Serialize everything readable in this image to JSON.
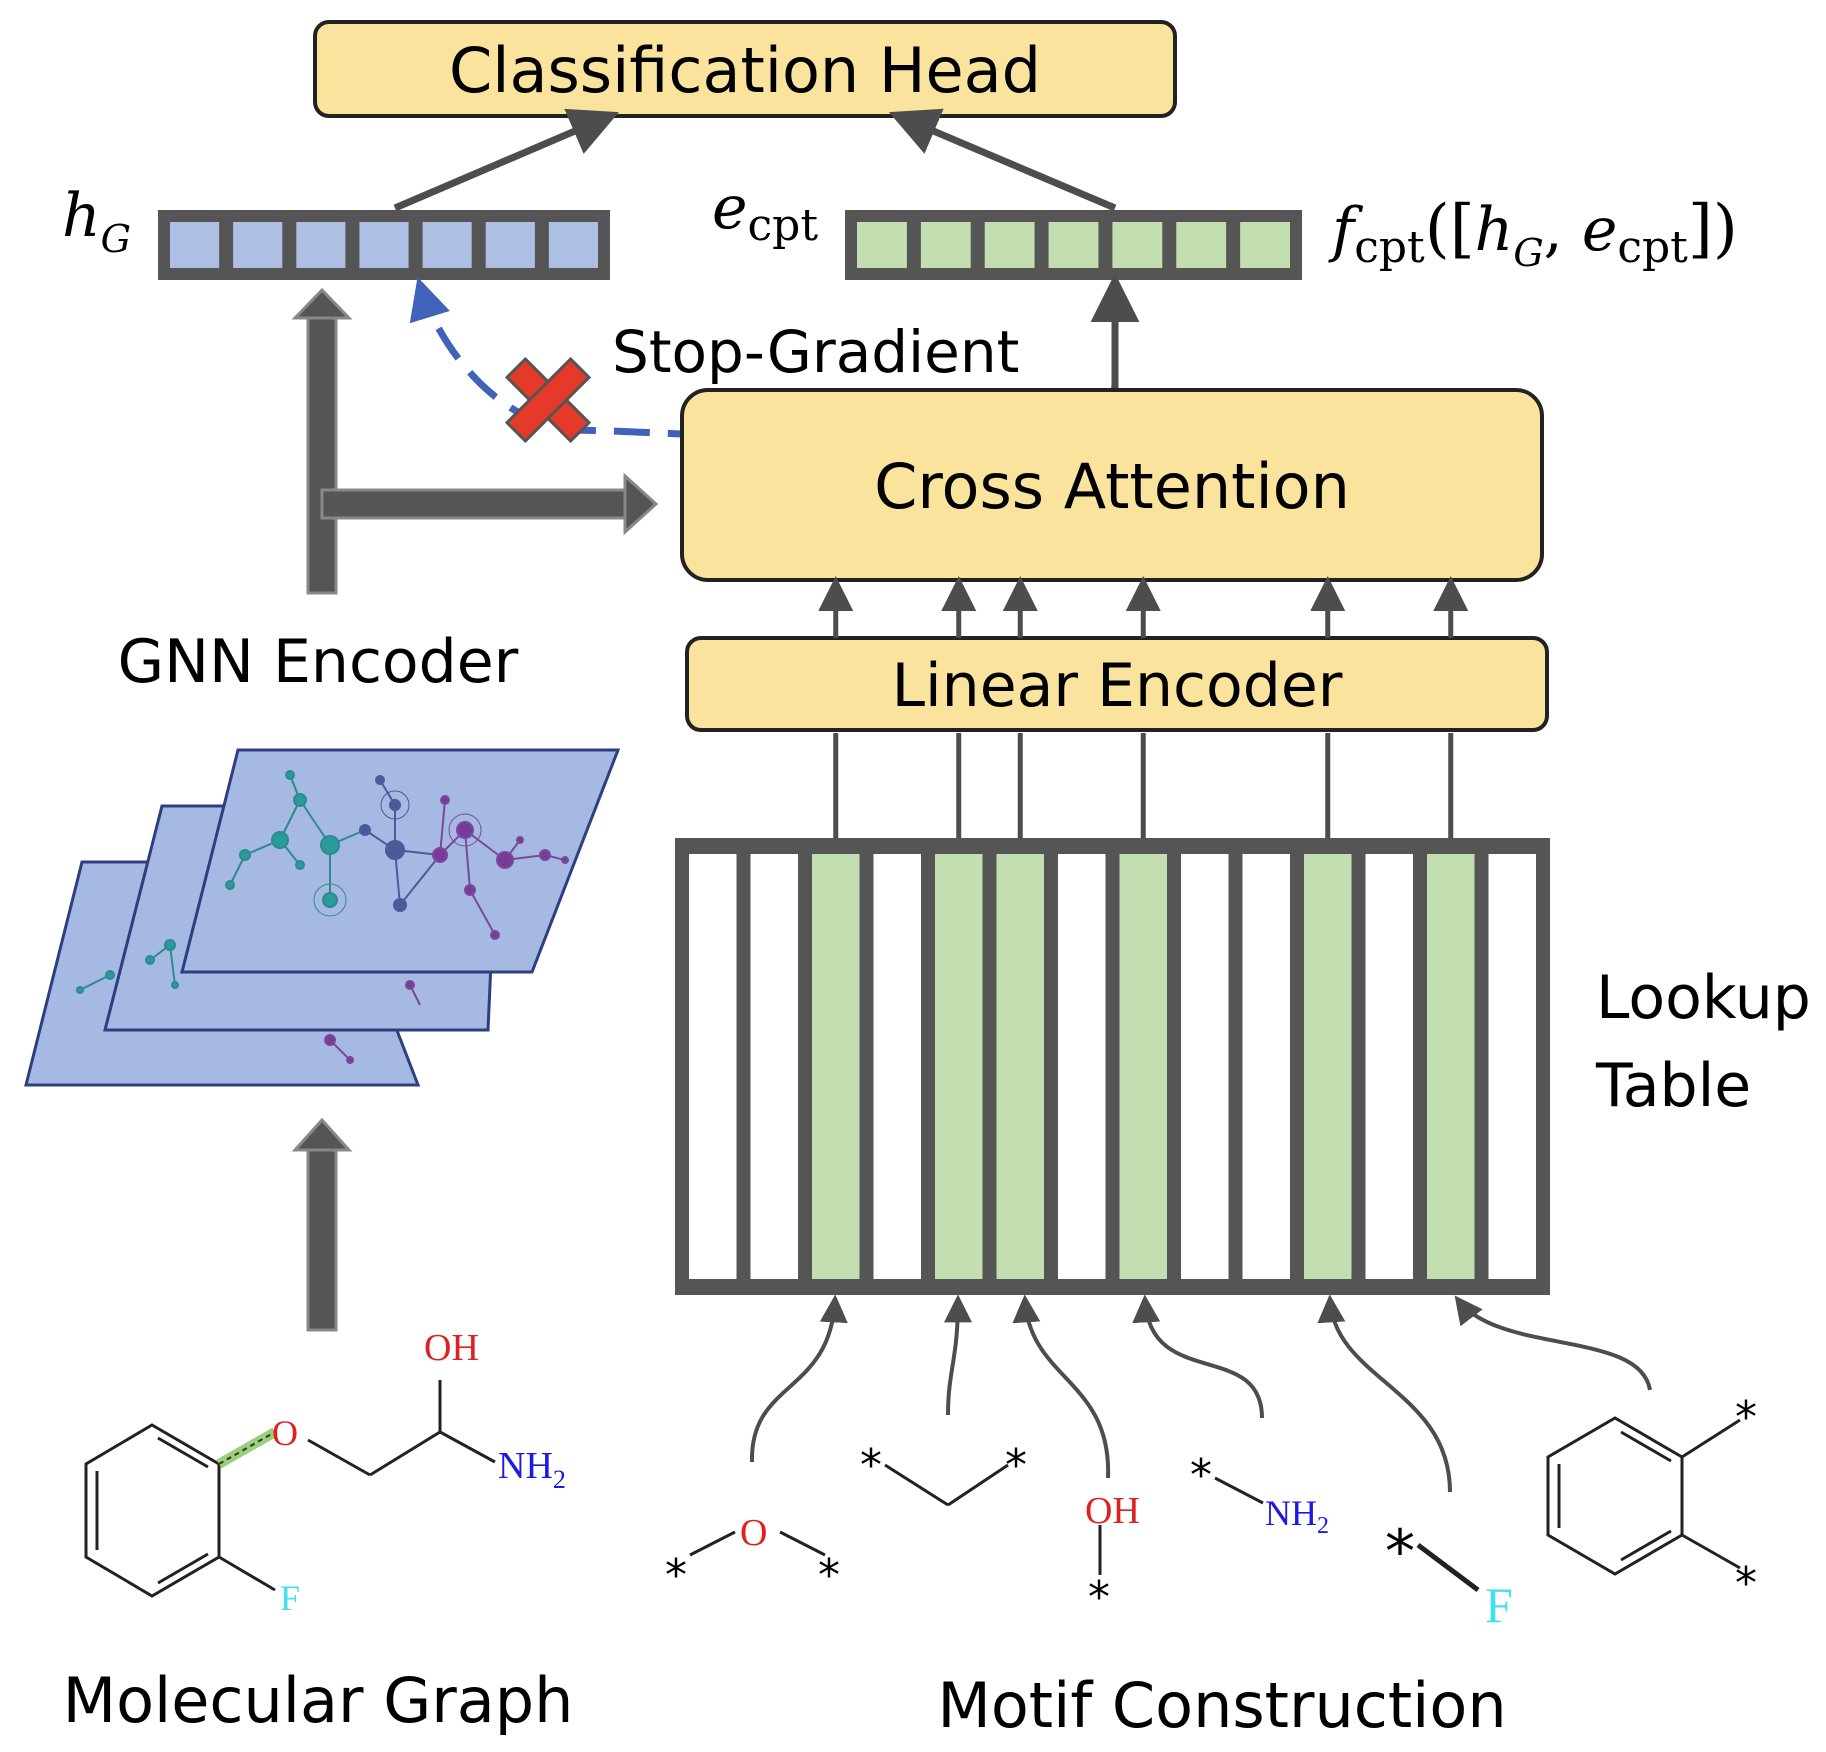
{
  "blocks": {
    "classification_head": "Classification Head",
    "cross_attention": "Cross Attention",
    "linear_encoder": "Linear Encoder",
    "gnn_encoder": "GNN Encoder"
  },
  "labels": {
    "stop_gradient": "Stop-Gradient",
    "lookup_table_line1": "Lookup",
    "lookup_table_line2": "Table",
    "molecular_graph": "Molecular Graph",
    "motif_construction": "Motif Construction"
  },
  "vectors": {
    "h_g": {
      "symbol": "h",
      "subscript": "G",
      "cells": 7
    },
    "e_cpt": {
      "symbol": "e",
      "subscript": "cpt",
      "cells": 7
    },
    "f_cpt": {
      "symbol": "f",
      "subscript": "cpt",
      "open": "([",
      "h": "h",
      "h_sub": "G",
      "sep": ", ",
      "e": "e",
      "e_sub": "cpt",
      "close": "])"
    }
  },
  "lookup_table": {
    "columns": 14,
    "highlighted_columns": [
      3,
      5,
      6,
      8,
      11,
      13
    ]
  },
  "molecule": {
    "oh": "OH",
    "o": "O",
    "nh2": "NH",
    "nh2_sub": "2",
    "f": "F"
  },
  "motifs": {
    "star": "*",
    "o": "O",
    "oh": "OH",
    "nh2": "NH",
    "nh2_sub": "2",
    "f": "F"
  },
  "colors": {
    "block_fill": "#fae39c",
    "h_g_cell": "#adbfe2",
    "e_cpt_cell": "#c3deb0",
    "lookup_highlight": "#c3deb0",
    "graph_panel": "#a6b9e3",
    "stop_gradient_path": "#4062b8",
    "stop_mark": "#e53a2a",
    "arrow": "#4d4d4d",
    "oxygen": "#e02020",
    "nitrogen": "#1a1ae0",
    "fluorine_star": "#40e0f0"
  }
}
